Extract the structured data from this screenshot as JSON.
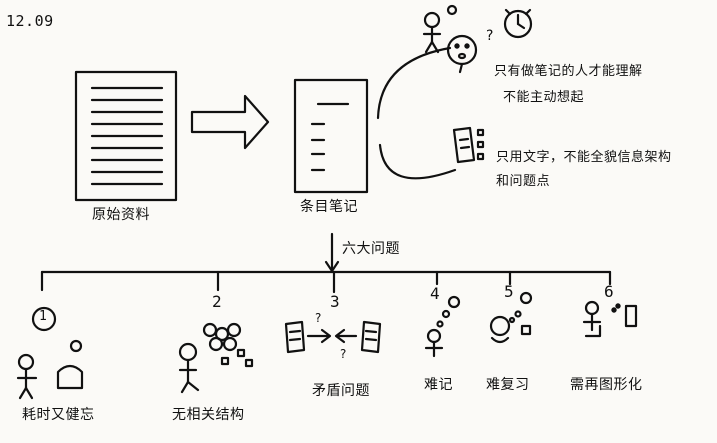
{
  "date": "12.09",
  "top_flow": {
    "source_label": "原始资料",
    "note_label": "条目笔记",
    "problem_1": "只有做笔记的人才能理解",
    "problem_1b": "不能主动想起",
    "problem_2": "只用文字，不能全貌信息架构",
    "problem_2b": "和问题点"
  },
  "trunk_label": "六大问题",
  "problems": [
    {
      "number": "1",
      "label": "耗时又健忘"
    },
    {
      "number": "2",
      "label": "无相关结构"
    },
    {
      "number": "3",
      "label": "矛盾问题"
    },
    {
      "number": "4",
      "label": "难记"
    },
    {
      "number": "5",
      "label": "难复习"
    },
    {
      "number": "6",
      "label": "需再图形化"
    }
  ]
}
